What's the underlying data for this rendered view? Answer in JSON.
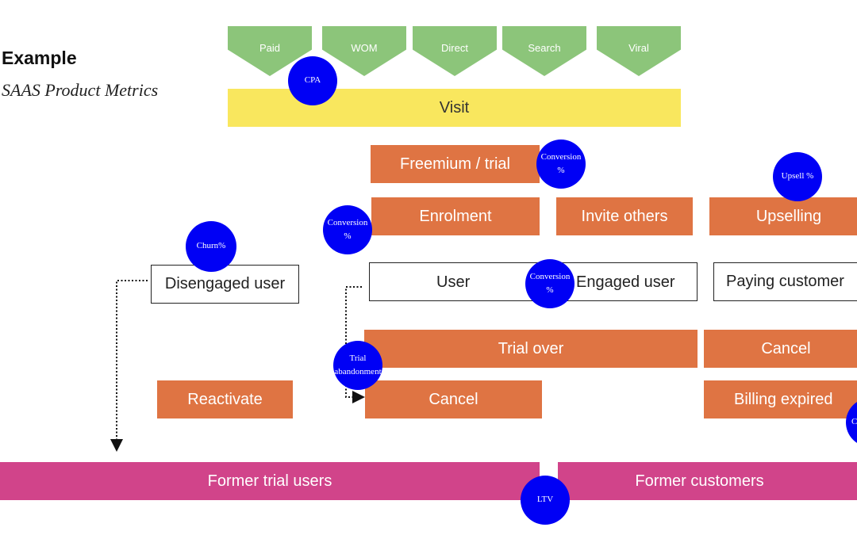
{
  "header": {
    "title": "Example",
    "subtitle": "SAAS Product Metrics"
  },
  "sources": [
    "Paid",
    "WOM",
    "Direct",
    "Search",
    "Viral"
  ],
  "stages": {
    "visit": "Visit",
    "freemium": "Freemium / trial",
    "enrolment": "Enrolment",
    "invite": "Invite others",
    "upselling": "Upselling",
    "disengaged": "Disengaged user",
    "user": "User",
    "engaged": "Engaged user",
    "paying": "Paying customer",
    "trial_over": "Trial over",
    "cancel_paid": "Cancel",
    "reactivate": "Reactivate",
    "cancel_trial": "Cancel",
    "billing_expired": "Billing expired",
    "former_trial": "Former trial users",
    "former_customers": "Former customers"
  },
  "metrics": {
    "cpa": "CPA",
    "conversion_trial": "Conversion\n%",
    "upsell": "Upsell %",
    "churn": "Churn%",
    "conversion_enrol": "Conversion\n%",
    "conversion_user": "Conversion\n%",
    "trial_abandon": "Trial\nabandonment",
    "ltv": "LTV",
    "billing_edge": "C"
  },
  "colors": {
    "source": "#8cc57a",
    "visit": "#f9e75e",
    "action": "#df7443",
    "former": "#d1448a",
    "metric": "#0000f5"
  }
}
